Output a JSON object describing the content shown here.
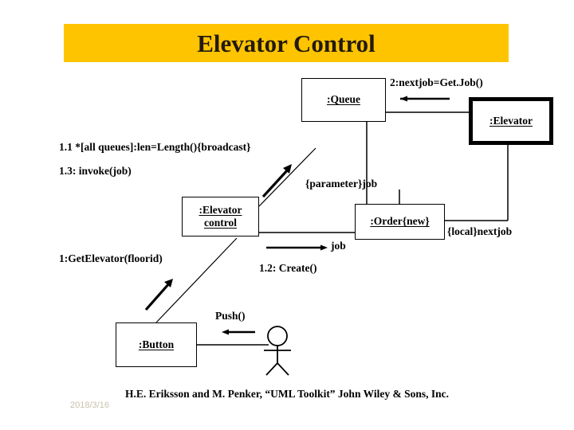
{
  "title": {
    "text": "Elevator Control",
    "banner_color": "#FFC400",
    "text_color": "#231a10"
  },
  "objects": [
    {
      "name": "queue",
      "label": ":Queue",
      "border": "thin"
    },
    {
      "name": "elevator",
      "label": ":Elevator",
      "border": "thick"
    },
    {
      "name": "elevator-control",
      "label_line1": ":Elevator",
      "label_line2": "control",
      "border": "thin"
    },
    {
      "name": "order",
      "label": ":Order{new}",
      "border": "thin"
    },
    {
      "name": "button",
      "label": ":Button",
      "border": "thin"
    }
  ],
  "messages": {
    "broadcast": "1.1 *[all queues]:len=Length(){broadcast}",
    "invoke": "1.3: invoke(job)",
    "get_elevator": "1:GetElevator(floorid)",
    "next_job": "2:nextjob=Get.Job()",
    "parameter": "{parameter}job",
    "local_next": "{local}nextjob",
    "job": "job",
    "create": "1.2: Create()",
    "push": "Push()"
  },
  "footer": {
    "credit": "H.E. Eriksson and M. Penker, “UML Toolkit” John Wiley & Sons, Inc.",
    "date": "2018/3/16",
    "date_color": "#c9c2aa"
  },
  "actor": {
    "name": "user-actor"
  }
}
